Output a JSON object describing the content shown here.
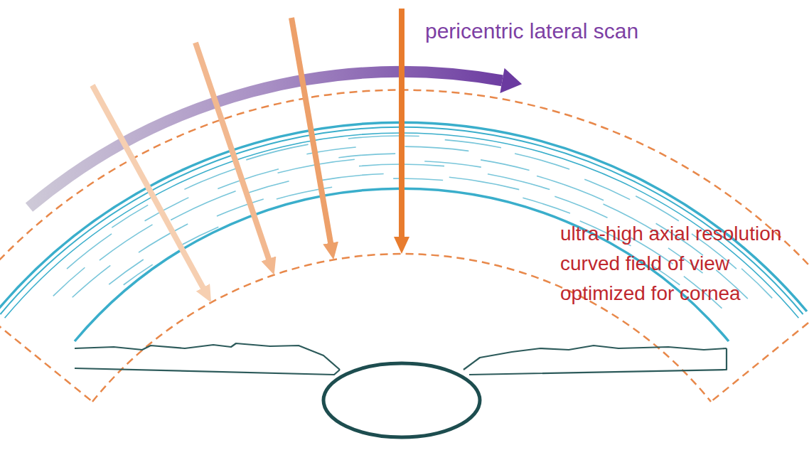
{
  "diagram": {
    "labels": [
      "pericentric lateral scan",
      "ultra-high axial resolution",
      "curved field of view",
      "optimized for cornea"
    ]
  }
}
